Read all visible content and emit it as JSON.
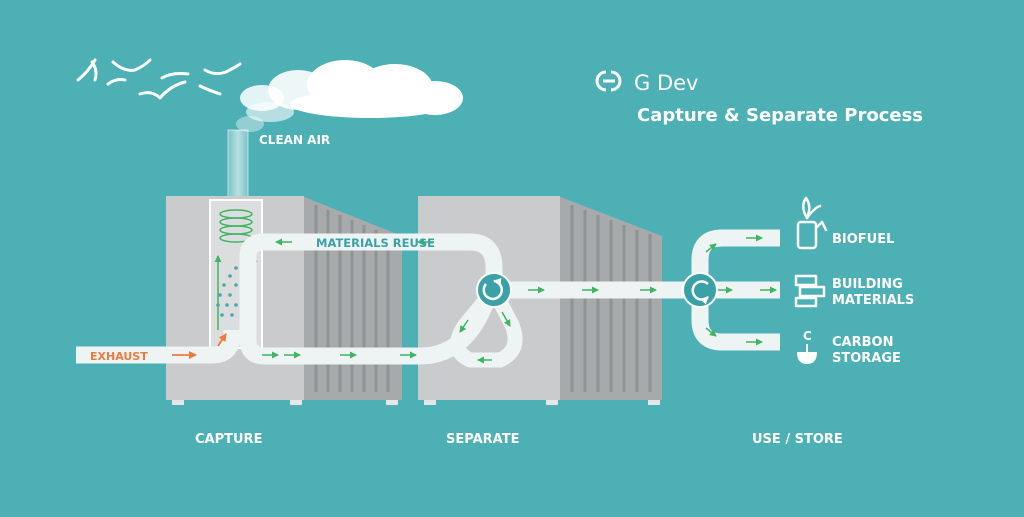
{
  "brand": {
    "name": "G Dev",
    "subtitle": "Capture & Separate Process"
  },
  "labels": {
    "clean_air": "CLEAN AIR",
    "exhaust": "EXHAUST",
    "materials_reuse": "MATERIALS REUSE"
  },
  "stages": {
    "capture": "CAPTURE",
    "separate": "SEPARATE",
    "use_store": "USE / STORE"
  },
  "outputs": {
    "biofuel": "BIOFUEL",
    "building_line1": "BUILDING",
    "building_line2": "MATERIALS",
    "carbon_line1": "CARBON",
    "carbon_line2": "STORAGE",
    "carbon_symbol": "C"
  },
  "colors": {
    "background": "#4cb0b4",
    "pipe": "#eef4f3",
    "arrow": "#3db562",
    "exhaust": "#f07a3c",
    "machine_front": "#c9cbcc",
    "machine_side": "#a7aaab"
  }
}
